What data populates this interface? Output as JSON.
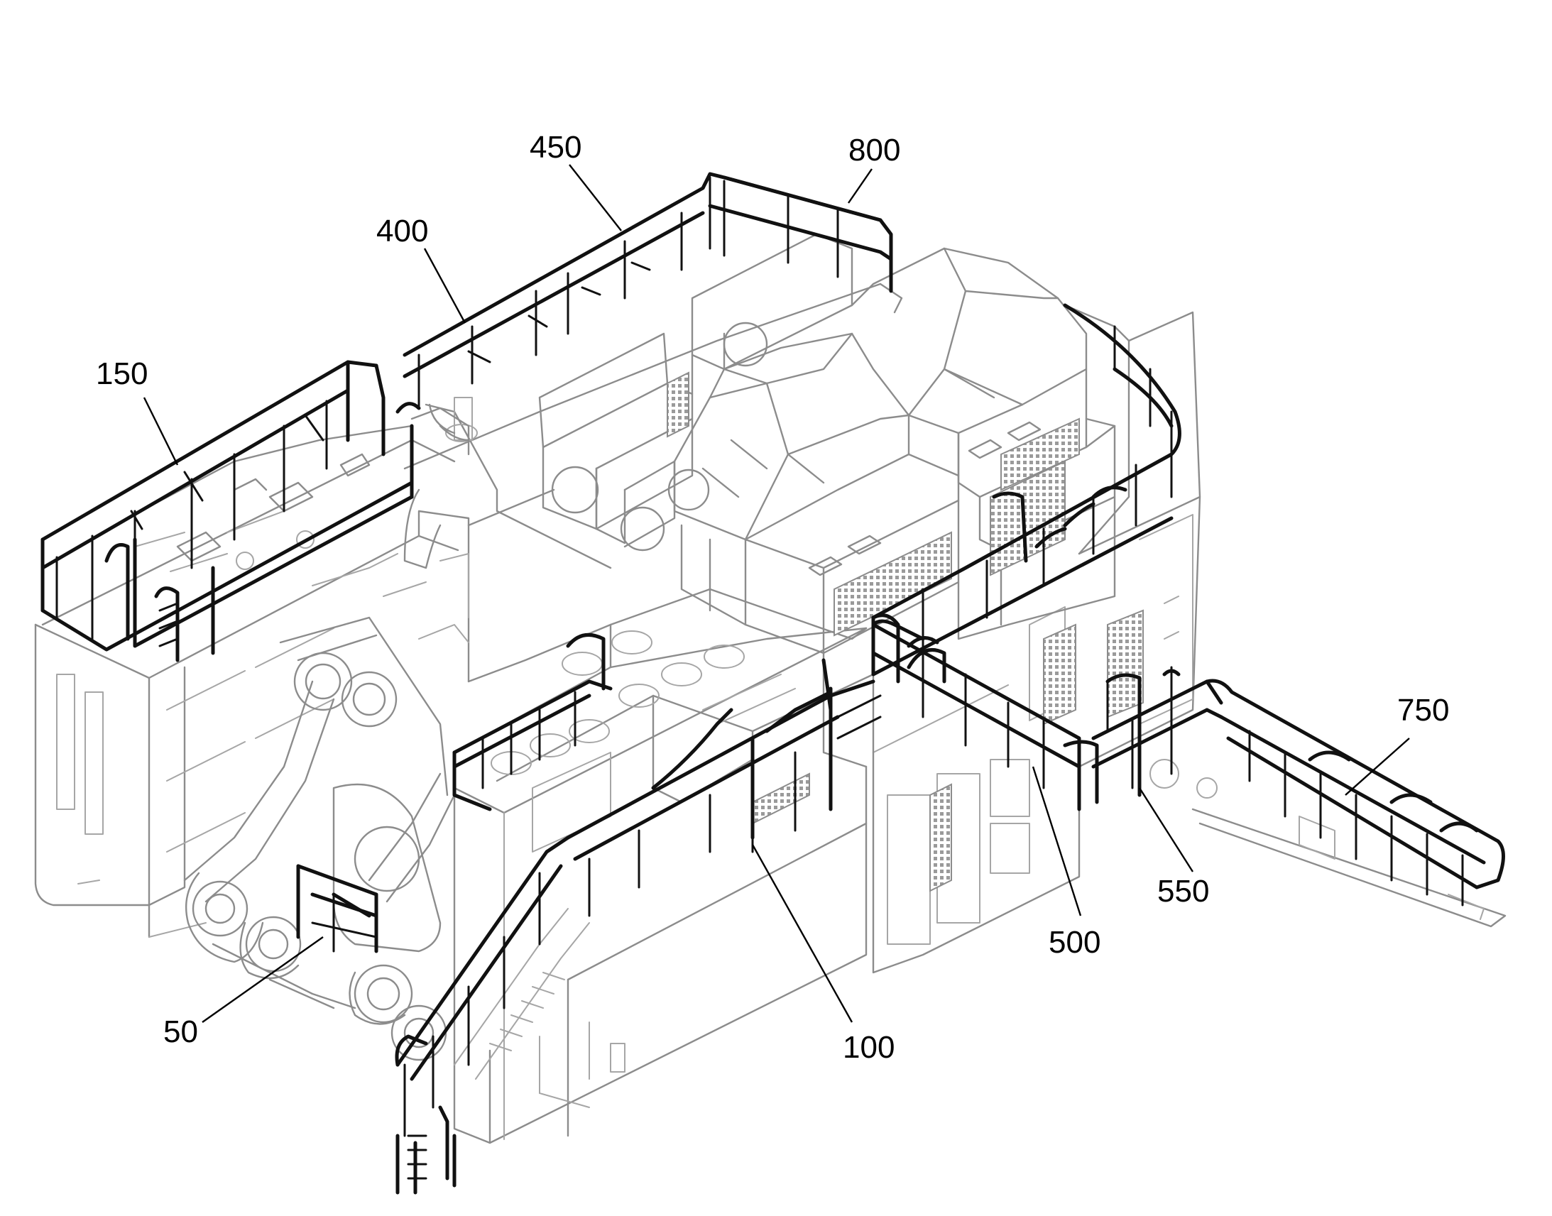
{
  "figure": {
    "labels": [
      {
        "id": "label-800",
        "text": "800"
      },
      {
        "id": "label-450",
        "text": "450"
      },
      {
        "id": "label-400",
        "text": "400"
      },
      {
        "id": "label-150",
        "text": "150"
      },
      {
        "id": "label-750",
        "text": "750"
      },
      {
        "id": "label-550",
        "text": "550"
      },
      {
        "id": "label-500",
        "text": "500"
      },
      {
        "id": "label-100",
        "text": "100"
      },
      {
        "id": "label-50",
        "text": "50"
      }
    ]
  },
  "colors": {
    "line_art": "#8c8c8c",
    "railings": "#111111",
    "background": "#ffffff"
  }
}
